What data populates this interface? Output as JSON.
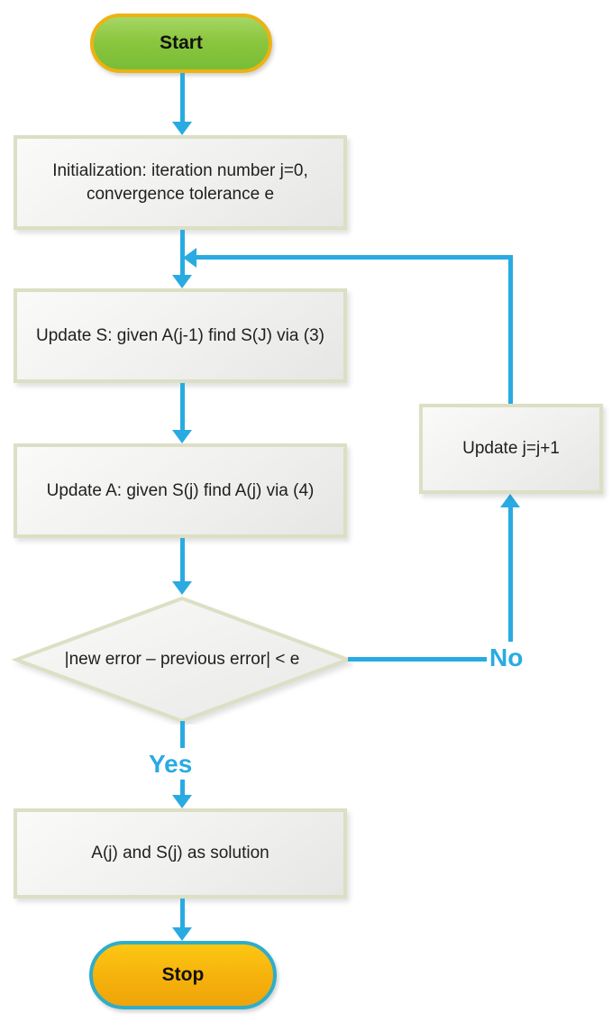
{
  "diagram_type": "flowchart",
  "nodes": {
    "start": {
      "label": "Start",
      "shape": "terminator",
      "fill": "#8CC63F",
      "border": "#EDB213"
    },
    "init": {
      "label": "Initialization: iteration number j=0, convergence tolerance e",
      "shape": "process"
    },
    "update_s": {
      "label": "Update S: given A(j-1) find S(J) via (3)",
      "shape": "process"
    },
    "update_a": {
      "label": "Update A: given S(j) find A(j) via (4)",
      "shape": "process"
    },
    "decision": {
      "label": "|new error – previous error| < e",
      "shape": "decision"
    },
    "update_j": {
      "label": "Update j=j+1",
      "shape": "process"
    },
    "solution": {
      "label": "A(j) and S(j) as solution",
      "shape": "process"
    },
    "stop": {
      "label": "Stop",
      "shape": "terminator",
      "fill": "#F6B30C",
      "border": "#2FADC9"
    }
  },
  "edges": [
    {
      "from": "start",
      "to": "update_s_init",
      "label": ""
    },
    {
      "from": "init",
      "to": "update_s",
      "label": ""
    },
    {
      "from": "update_s",
      "to": "update_a",
      "label": ""
    },
    {
      "from": "update_a",
      "to": "decision",
      "label": ""
    },
    {
      "from": "decision",
      "to": "solution",
      "label": "Yes"
    },
    {
      "from": "decision",
      "to": "update_j",
      "label": "No"
    },
    {
      "from": "update_j",
      "to": "update_s",
      "label": ""
    },
    {
      "from": "solution",
      "to": "stop",
      "label": ""
    }
  ],
  "colors": {
    "arrow": "#29ABE2",
    "process_fill": "#EFEFED",
    "process_border": "#DCDFC4",
    "start_fill": "#8CC63F",
    "start_border": "#EDB213",
    "stop_fill": "#F6B30C",
    "stop_border": "#2FADC9",
    "text": "#1F1F1F",
    "background": "#FFFFFF"
  }
}
